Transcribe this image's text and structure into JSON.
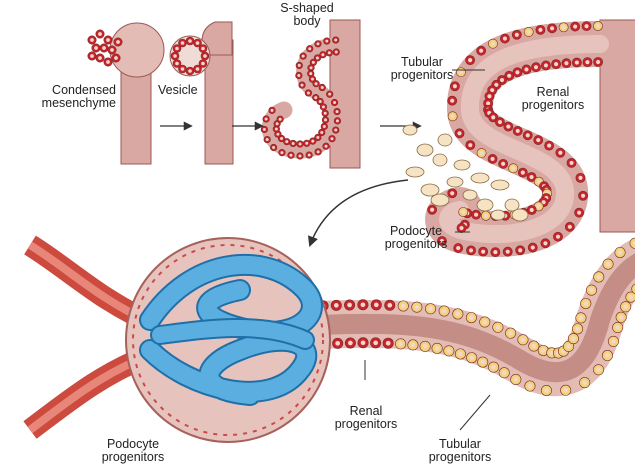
{
  "diagram": {
    "colors": {
      "tissue": "#d9a8a2",
      "tissue_light": "#ecd6d0",
      "cell_red": "#c8242f",
      "cell_nucleus": "#f3d7c8",
      "cell_yellow": "#f2d27a",
      "capillary_blue": "#5aaee0",
      "capillary_outline": "#1f6fa8",
      "vessel_red": "#cc4a3e",
      "arrow": "#333333"
    },
    "stages": {
      "condensed_mesenchyme": "Condensed\nmesenchyme",
      "vesicle": "Vesicle",
      "s_shaped_body": "S-shaped\nbody"
    },
    "labels": {
      "tubular_progenitors_top": "Tubular\nprogenitors",
      "renal_progenitors_top": "Renal\nprogenitors",
      "podocyte_progenitors_mid": "Podocyte\nprogenitors",
      "renal_progenitors_bottom": "Renal\nprogenitors",
      "podocyte_progenitors_bottom": "Podocyte\nprogenitors",
      "tubular_progenitors_bottom": "Tubular\nprogenitors"
    }
  }
}
